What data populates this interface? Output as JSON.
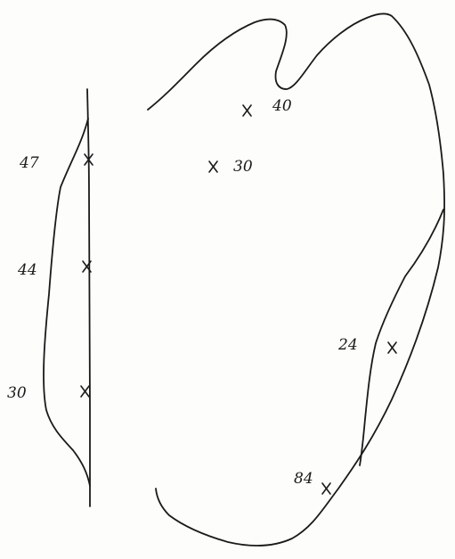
{
  "annotations": {
    "left_top": "47",
    "left_middle": "44",
    "left_bottom": "30",
    "right_top": "40",
    "right_upper": "30",
    "right_side": "24",
    "right_bottom": "84"
  },
  "marker_symbol": "x"
}
